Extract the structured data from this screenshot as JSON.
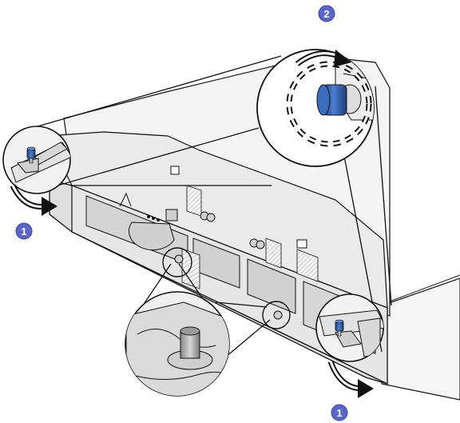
{
  "figure": {
    "callouts": [
      {
        "id": "left-release-callout",
        "number": "1"
      },
      {
        "id": "right-release-callout",
        "number": "1"
      },
      {
        "id": "plunger-rotate-callout",
        "number": "2"
      }
    ],
    "colors": {
      "callout": "#5a66c8",
      "plunger": "#2f5fa8",
      "chassis": "#ececec",
      "outline": "#111111"
    },
    "icons": [
      "rotate-arrow-icon",
      "callout-badge-icon",
      "plunger-icon",
      "magnifier-circle-icon"
    ]
  }
}
